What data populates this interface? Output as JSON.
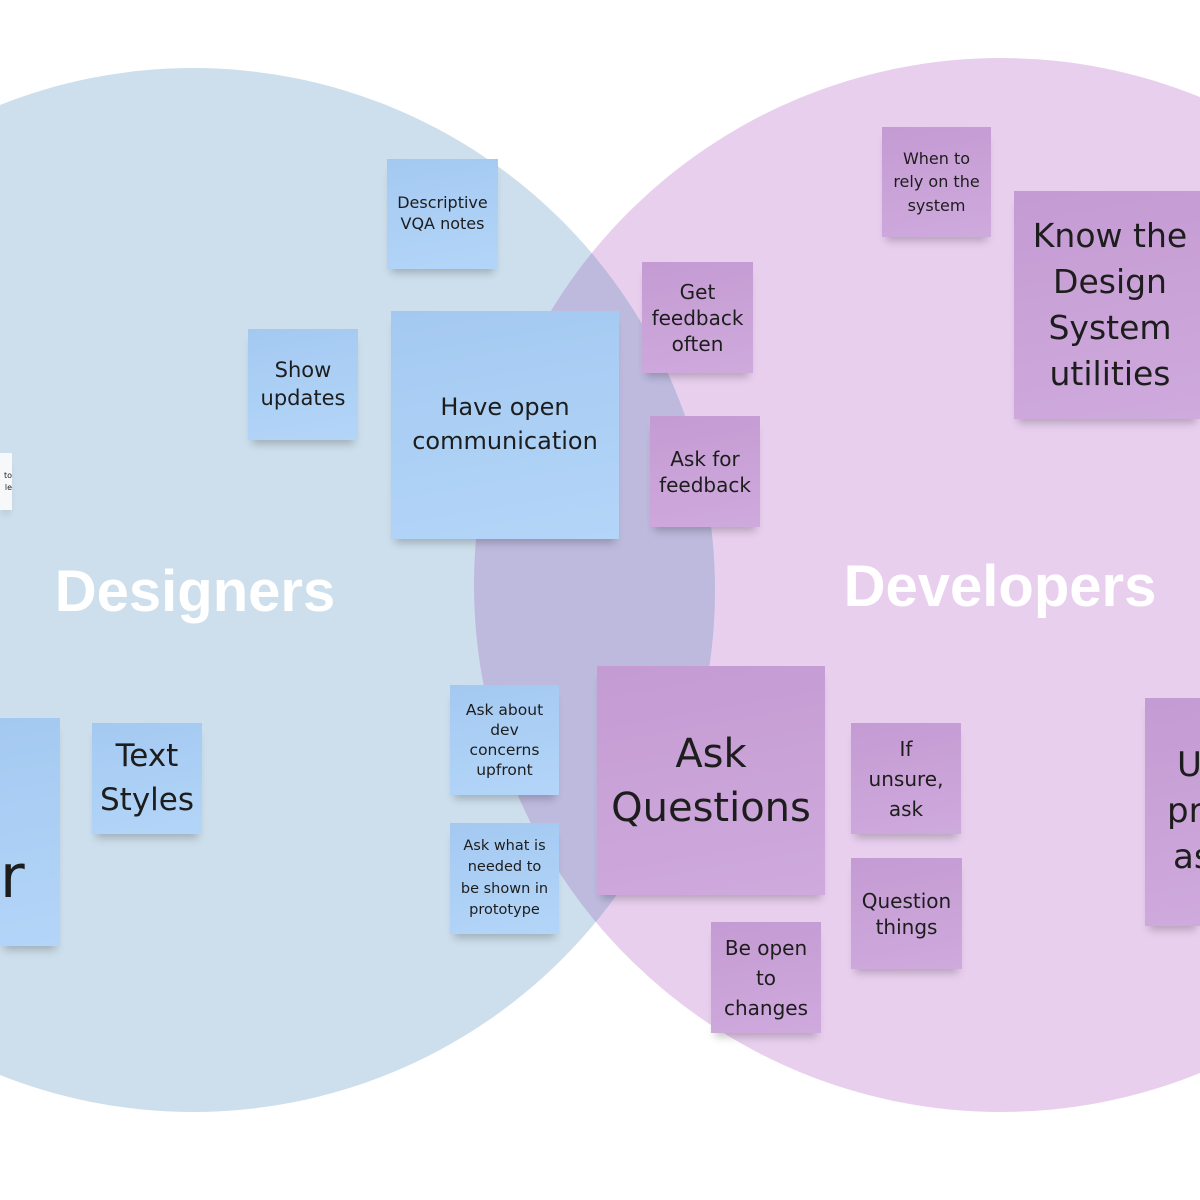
{
  "colors": {
    "designers_circle": "#cddfec",
    "developers_circle": "#e8cfee",
    "overlap": "#bdbade",
    "blue_note": "#a8cdf4",
    "purple_note": "#c8a2d6"
  },
  "labels": {
    "designers": "Designers",
    "developers": "Developers"
  },
  "notes": {
    "descriptive_vqa": [
      "Descriptive",
      "VQA notes"
    ],
    "show_updates": [
      "Show",
      "updates"
    ],
    "open_communication": [
      "Have open",
      "communication"
    ],
    "white_partial": [
      "to",
      "le"
    ],
    "big_blue_partial": [
      "r"
    ],
    "text_styles": [
      "Text",
      "Styles"
    ],
    "ask_dev_concerns": [
      "Ask about",
      "dev",
      "concerns",
      "upfront"
    ],
    "ask_prototype": [
      "Ask what is",
      "needed to",
      "be shown in",
      "prototype"
    ],
    "rely_on_system": [
      "When to",
      "rely on the",
      "system"
    ],
    "know_design_system": [
      "Know the",
      "Design",
      "System",
      "utilities"
    ],
    "get_feedback": [
      "Get",
      "feedback",
      "often"
    ],
    "ask_feedback": [
      "Ask for",
      "feedback"
    ],
    "ask_questions": [
      "Ask",
      "Questions"
    ],
    "if_unsure": [
      "If",
      "unsure,",
      "ask"
    ],
    "question_things": [
      "Question",
      "things"
    ],
    "open_to_changes": [
      "Be open",
      "to",
      "changes"
    ],
    "right_partial": [
      "U",
      "pr",
      "as"
    ]
  }
}
